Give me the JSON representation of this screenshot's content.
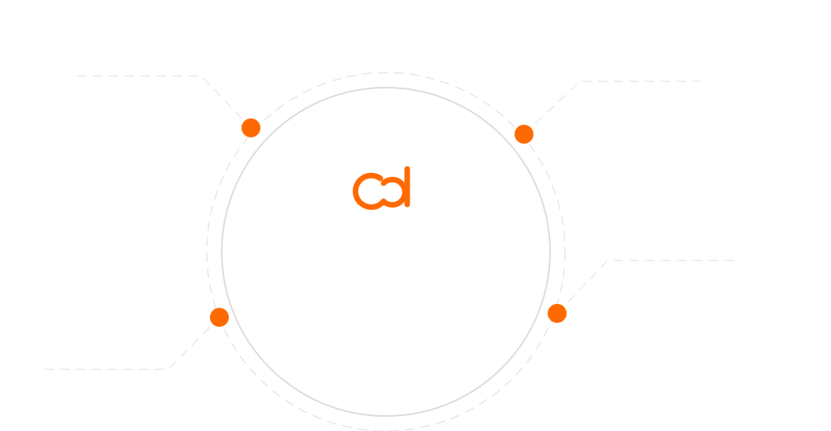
{
  "colors": {
    "background": "#ffffff",
    "accent": "#ff6a00",
    "circle_stroke": "#dcdcdc",
    "dashed_ring": "#e6e6e6",
    "connector": "#e9e9e9"
  },
  "logo": {
    "icon": "cd-logo-icon"
  },
  "nodes": [
    {
      "id": "top-left",
      "icon": "orange-dot"
    },
    {
      "id": "top-right",
      "icon": "orange-dot"
    },
    {
      "id": "bottom-left",
      "icon": "orange-dot"
    },
    {
      "id": "bottom-right",
      "icon": "orange-dot"
    }
  ]
}
